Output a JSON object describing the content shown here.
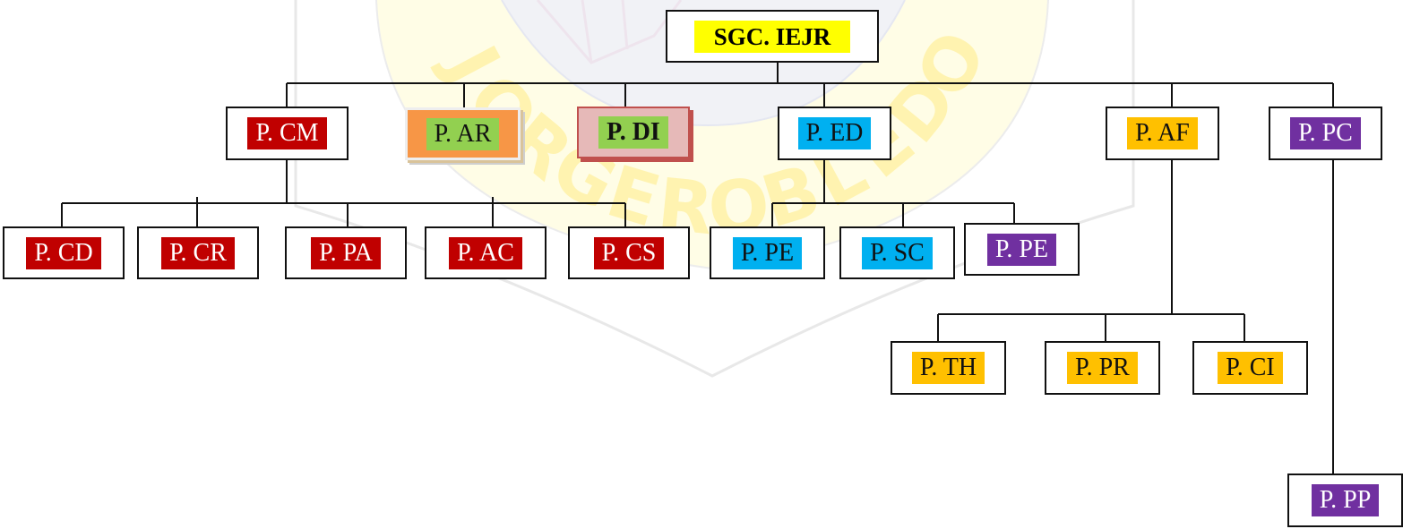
{
  "diagram": {
    "root": {
      "label": "SGC. IEJR"
    },
    "level1": [
      {
        "key": "cm",
        "label": "P. CM",
        "color": "#c00000"
      },
      {
        "key": "ar",
        "label": "P. AR",
        "color": "#92d050"
      },
      {
        "key": "di",
        "label": "P. DI",
        "color": "#92d050"
      },
      {
        "key": "ed",
        "label": "P. ED",
        "color": "#00b0f0"
      },
      {
        "key": "af",
        "label": "P. AF",
        "color": "#ffc000"
      },
      {
        "key": "pc",
        "label": "P. PC",
        "color": "#7030a0"
      }
    ],
    "cm_children": [
      {
        "label": "P. CD"
      },
      {
        "label": "P. CR"
      },
      {
        "label": "P. PA"
      },
      {
        "label": "P. AC"
      },
      {
        "label": "P. CS"
      }
    ],
    "ed_children": [
      {
        "label": "P. PE",
        "color": "#00b0f0"
      },
      {
        "label": "P. SC",
        "color": "#00b0f0"
      },
      {
        "label": "P. PE",
        "color": "#7030a0"
      }
    ],
    "af_children": [
      {
        "label": "P. TH"
      },
      {
        "label": "P. PR"
      },
      {
        "label": "P. CI"
      }
    ],
    "pc_children": [
      {
        "label": "P. PP"
      }
    ]
  },
  "watermark": {
    "text": "JORGE ROBLEDO",
    "color": "#fff3b0",
    "letters": [
      "J",
      "O",
      "R",
      "G",
      "E",
      "R",
      "O",
      "B",
      "L",
      "E",
      "D",
      "O"
    ]
  }
}
